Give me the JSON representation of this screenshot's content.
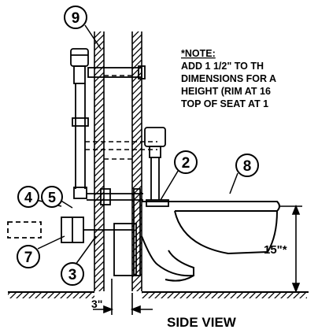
{
  "note": {
    "heading": "*NOTE:",
    "lines": [
      "ADD 1 1/2\" TO TH",
      "DIMENSIONS FOR A",
      "HEIGHT (RIM AT 16",
      "TOP OF SEAT AT 1"
    ]
  },
  "callouts": [
    "9",
    "2",
    "8",
    "4",
    "5",
    "7",
    "3"
  ],
  "dimensions": {
    "height": "15\"*",
    "offset": "3\""
  },
  "view_title": "SIDE VIEW"
}
